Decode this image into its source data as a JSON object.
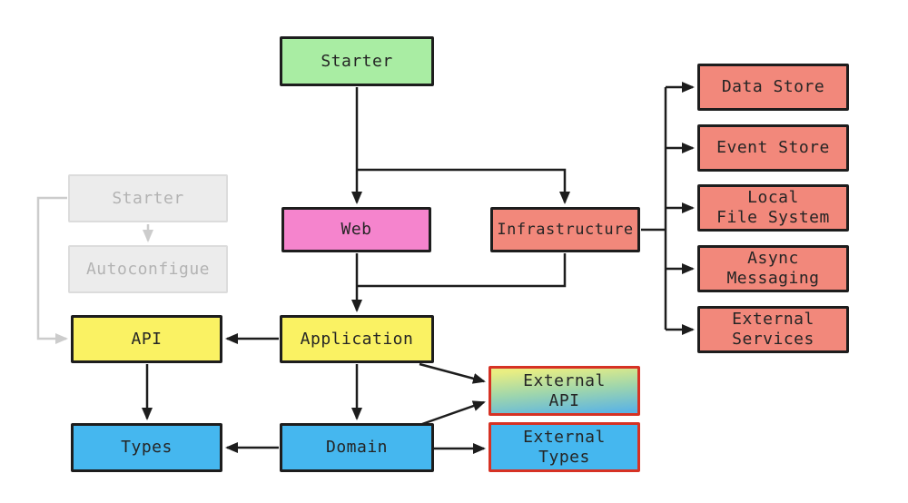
{
  "diagram": {
    "nodes": {
      "starter": {
        "label": "Starter",
        "fill": "#a9eda3"
      },
      "starter_gray": {
        "label": "Starter",
        "fill": "#ececec"
      },
      "autoconfigure": {
        "label": "Autoconfigue",
        "fill": "#ececec"
      },
      "web": {
        "label": "Web",
        "fill": "#f584cd"
      },
      "infrastructure": {
        "label": "Infrastructure",
        "fill": "#f2887b"
      },
      "data_store": {
        "label": "Data Store",
        "fill": "#f2887b"
      },
      "event_store": {
        "label": "Event Store",
        "fill": "#f2887b"
      },
      "local_file_system": {
        "label": "Local\nFile System",
        "fill": "#f2887b"
      },
      "async_messaging": {
        "label": "Async\nMessaging",
        "fill": "#f2887b"
      },
      "external_services": {
        "label": "External\nServices",
        "fill": "#f2887b"
      },
      "api": {
        "label": "API",
        "fill": "#faf263"
      },
      "application": {
        "label": "Application",
        "fill": "#faf263"
      },
      "types": {
        "label": "Types",
        "fill": "#45b7ef"
      },
      "domain": {
        "label": "Domain",
        "fill": "#45b7ef"
      },
      "external_api": {
        "label": "External\nAPI",
        "fill": "gradient yellow-to-blue",
        "border": "#d63224"
      },
      "external_types": {
        "label": "External\nTypes",
        "fill": "#45b7ef",
        "border": "#d63224"
      }
    },
    "edges": [
      {
        "from": "starter",
        "to": "web"
      },
      {
        "from": "starter",
        "to": "infrastructure"
      },
      {
        "from": "web",
        "to": "application"
      },
      {
        "from": "infrastructure",
        "to": "application"
      },
      {
        "from": "infrastructure",
        "to": "data_store"
      },
      {
        "from": "infrastructure",
        "to": "event_store"
      },
      {
        "from": "infrastructure",
        "to": "local_file_system"
      },
      {
        "from": "infrastructure",
        "to": "async_messaging"
      },
      {
        "from": "infrastructure",
        "to": "external_services"
      },
      {
        "from": "application",
        "to": "api"
      },
      {
        "from": "application",
        "to": "domain"
      },
      {
        "from": "application",
        "to": "external_api"
      },
      {
        "from": "api",
        "to": "types"
      },
      {
        "from": "domain",
        "to": "types"
      },
      {
        "from": "domain",
        "to": "external_api"
      },
      {
        "from": "domain",
        "to": "external_types"
      },
      {
        "from": "starter_gray",
        "to": "autoconfigure",
        "style": "gray"
      },
      {
        "from": "starter_gray",
        "to": "api",
        "style": "gray"
      }
    ],
    "colors": {
      "line": "#1d1d1d",
      "gray_line": "#cccccc",
      "node_border": "#1d1d1d",
      "red_border": "#d63224",
      "gradient_top": "#e9ee82",
      "gradient_bottom": "#5cb4e4",
      "text": "#252525",
      "gray_text": "#b3b3b3",
      "background": "#ffffff"
    }
  }
}
